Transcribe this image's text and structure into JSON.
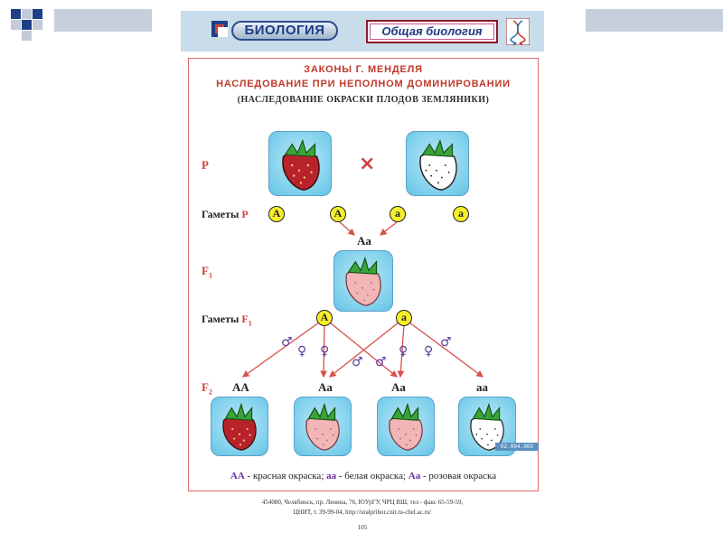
{
  "header": {
    "brand": "БИОЛОГИЯ",
    "subject": "Общая биология"
  },
  "title": {
    "line1": "ЗАКОНЫ Г. МЕНДЕЛЯ",
    "line2": "НАСЛЕДОВАНИЕ ПРИ НЕПОЛНОМ ДОМИНИРОВАНИИ",
    "line3": "(НАСЛЕДОВАНИЕ ОКРАСКИ ПЛОДОВ ЗЕМЛЯНИКИ)"
  },
  "labels": {
    "p": "P",
    "cross": "×",
    "gametes_p_prefix": "Гаметы ",
    "gametes_p_suffix": "P",
    "f1": "F",
    "f1_sub": "1",
    "gametes_f1_prefix": "Гаметы ",
    "gametes_f1_suffix": "F",
    "gametes_f1_sub": "1",
    "f2": "F",
    "f2_sub": "2"
  },
  "gametes_p": [
    "A",
    "A",
    "a",
    "a"
  ],
  "f1_genotype": "Aa",
  "gametes_f1": [
    "A",
    "a"
  ],
  "symbols": {
    "male": "♂",
    "female": "♀"
  },
  "f2_genotypes": [
    "AA",
    "Aa",
    "Aa",
    "aa"
  ],
  "legend": {
    "g1": "AA",
    "d1": " - красная окраска; ",
    "g2": "aa",
    "d2": " - белая окраска; ",
    "g3": "Aa",
    "d3": " - розовая окраска"
  },
  "badge": "02.004.003",
  "footer": {
    "line1": "454080, Челябинск, пр. Ленина, 76, ЮУрГУ, ЧРЦ ВШ, тел - факс 65-59-59,",
    "line2": "ЦНИТ, т. 39-99-04, http://uralpribor.cnit.tu-chel.ac.ru/",
    "page": "105"
  },
  "colors": {
    "accent_red": "#d0423c",
    "gamete_yellow": "#f6ef2a",
    "tile_blue": "#7fd0ec",
    "berry_red": "#b8232b",
    "berry_pink": "#f2b5b8",
    "berry_white": "#ffffff",
    "legend_purple": "#6b2fa0"
  }
}
